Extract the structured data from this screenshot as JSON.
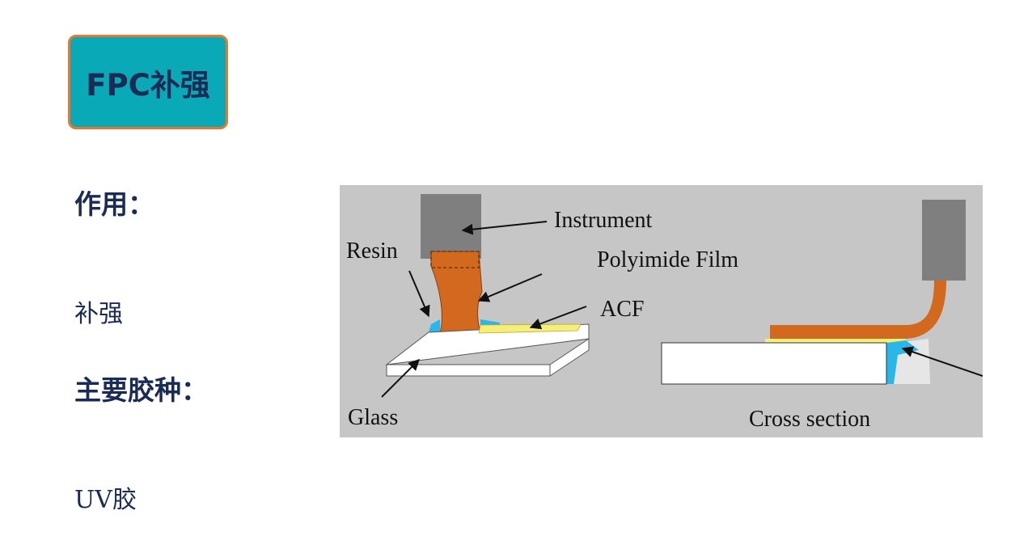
{
  "title": "FPC补强",
  "sections": [
    {
      "heading": "作用：",
      "body": "补强"
    },
    {
      "heading": "主要胶种：",
      "body": "UV胶"
    }
  ],
  "figure": {
    "labels": {
      "instrument": "Instrument",
      "resin": "Resin",
      "polyimide_film": "Polyimide Film",
      "acf": "ACF",
      "glass": "Glass",
      "cross_section": "Cross section"
    },
    "colors": {
      "background": "#c6c6c6",
      "instrument": "#7f7f7f",
      "polyimide": "#d2691e",
      "acf": "#f5ef78",
      "resin": "#29b6e8",
      "glass": "#ffffff"
    }
  }
}
